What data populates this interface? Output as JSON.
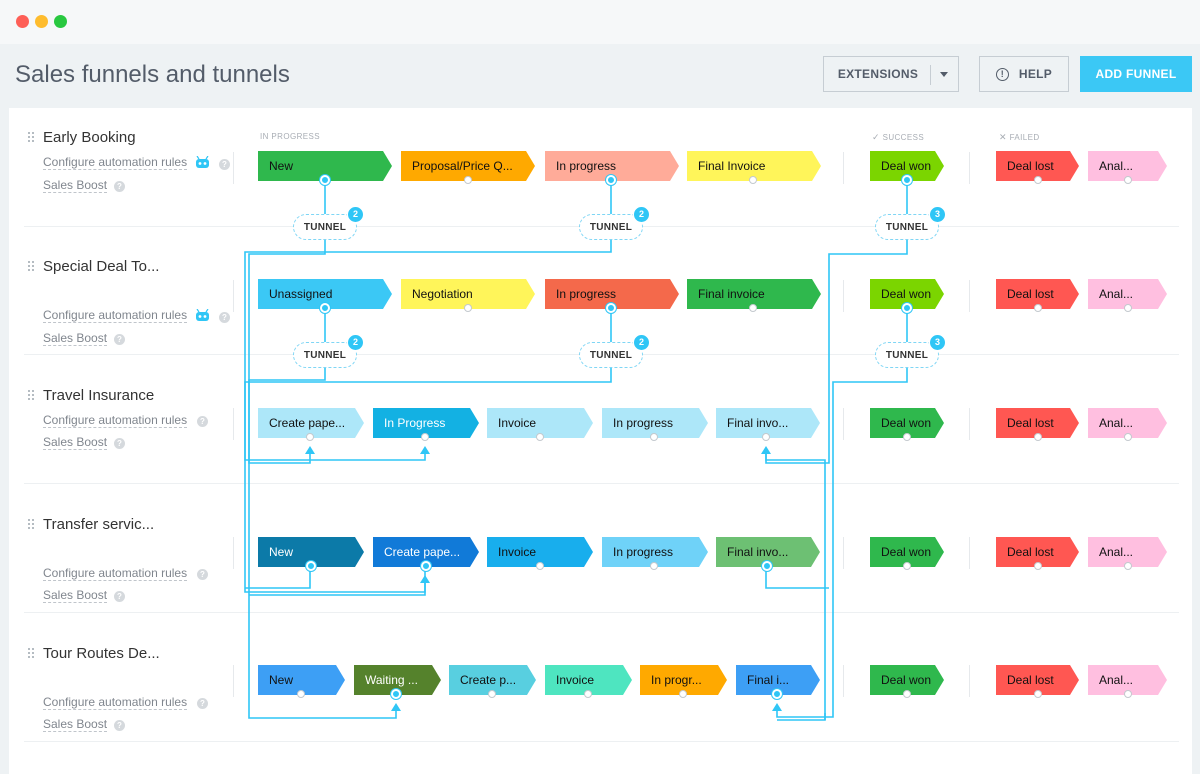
{
  "window": {
    "controls": [
      "close",
      "minimize",
      "maximize"
    ]
  },
  "header": {
    "title": "Sales funnels and tunnels",
    "extensions_label": "EXTENSIONS",
    "help_label": "HELP",
    "add_funnel_label": "ADD FUNNEL"
  },
  "columns": {
    "in_progress": "IN PROGRESS",
    "success": "SUCCESS",
    "failed": "FAILED"
  },
  "funnels": [
    {
      "name": "Early Booking",
      "automation": "Configure automation rules",
      "boost": "Sales Boost",
      "stages": [
        "New",
        "Proposal/Price Q...",
        "In progress",
        "Final Invoice"
      ],
      "success": "Deal won",
      "failed": [
        "Deal lost",
        "Anal..."
      ],
      "tunnels": [
        "TUNNEL",
        "TUNNEL",
        "TUNNEL"
      ],
      "tunnel_counts": [
        "2",
        "2",
        "3"
      ]
    },
    {
      "name": "Special Deal To...",
      "automation": "Configure automation rules",
      "boost": "Sales Boost",
      "stages": [
        "Unassigned",
        "Negotiation",
        "In progress",
        "Final invoice"
      ],
      "success": "Deal won",
      "failed": [
        "Deal lost",
        "Anal..."
      ],
      "tunnels": [
        "TUNNEL",
        "TUNNEL",
        "TUNNEL"
      ],
      "tunnel_counts": [
        "2",
        "2",
        "3"
      ]
    },
    {
      "name": "Travel Insurance",
      "automation": "Configure automation rules",
      "boost": "Sales Boost",
      "stages": [
        "Create pape...",
        "In Progress",
        "Invoice",
        "In progress",
        "Final invo..."
      ],
      "success": "Deal won",
      "failed": [
        "Deal lost",
        "Anal..."
      ]
    },
    {
      "name": "Transfer servic...",
      "automation": "Configure automation rules",
      "boost": "Sales Boost",
      "stages": [
        "New",
        "Create pape...",
        "Invoice",
        "In progress",
        "Final invo..."
      ],
      "success": "Deal won",
      "failed": [
        "Deal lost",
        "Anal..."
      ]
    },
    {
      "name": "Tour Routes De...",
      "automation": "Configure automation rules",
      "boost": "Sales Boost",
      "stages": [
        "New",
        "Waiting ...",
        "Create p...",
        "Invoice",
        "In progr...",
        "Final i..."
      ],
      "success": "Deal won",
      "failed": [
        "Deal lost",
        "Anal..."
      ]
    }
  ],
  "colors": {
    "accent": "#2fc6f6",
    "add_button": "#3bc8f5",
    "deal_won": "#7bd500",
    "deal_lost": "#ff5752",
    "analysis": "#ffbfe0"
  }
}
